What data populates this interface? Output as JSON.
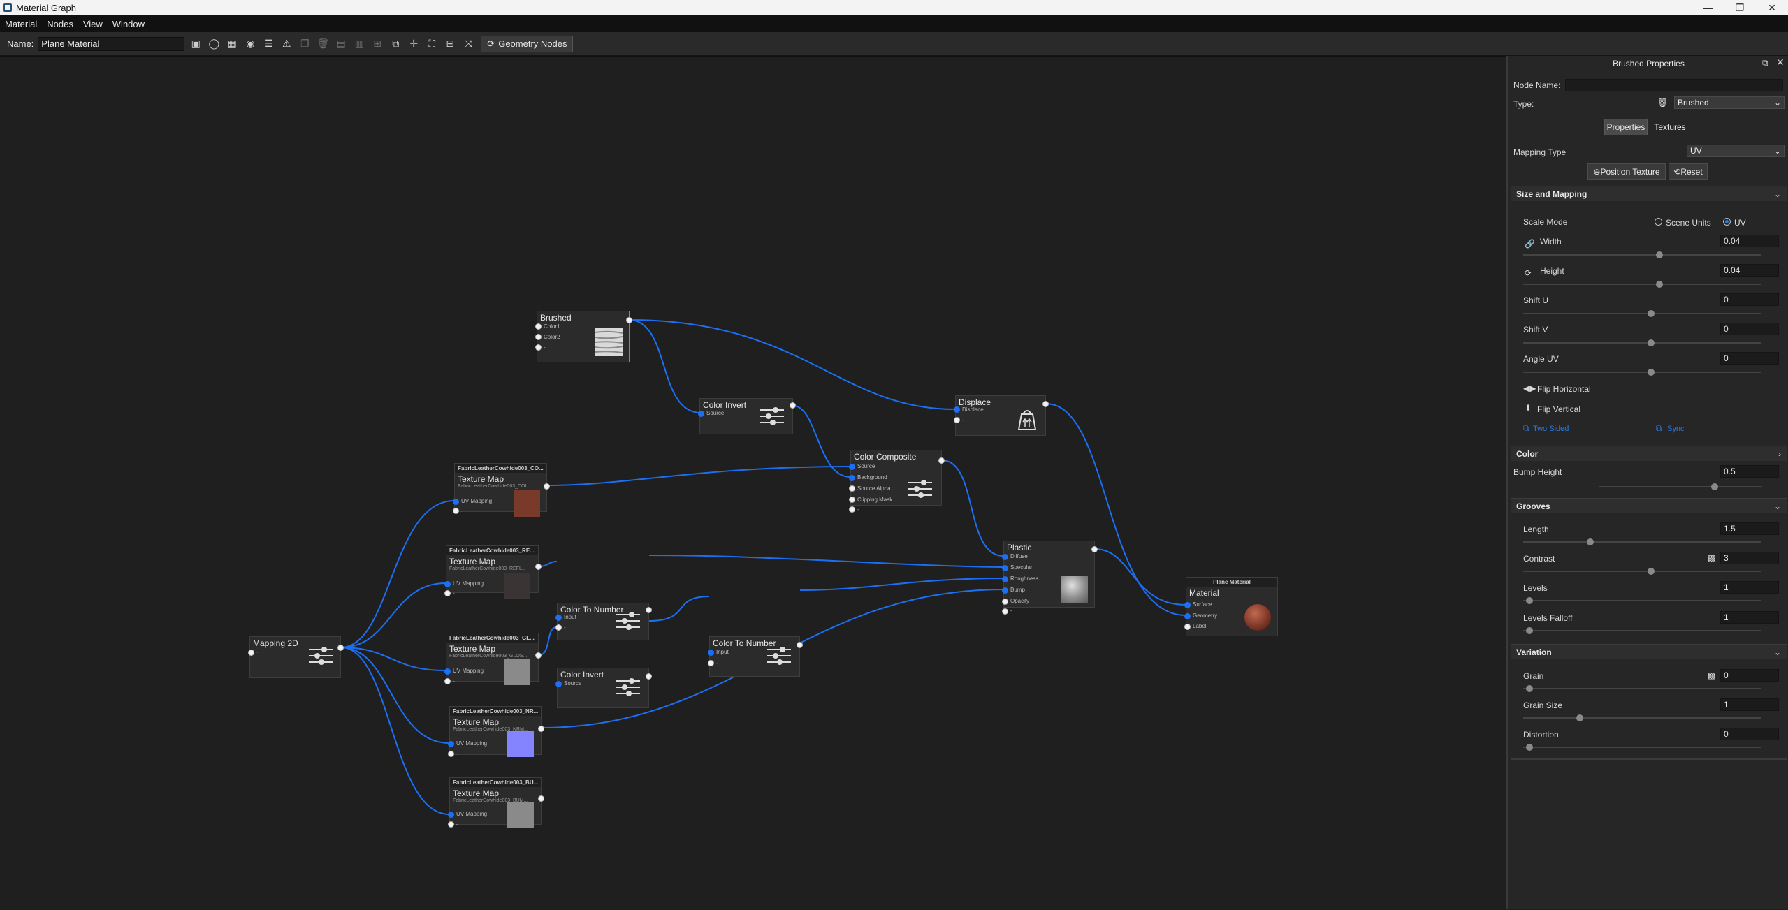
{
  "window": {
    "title": "Material Graph",
    "controls": [
      "—",
      "❐",
      "✕"
    ]
  },
  "menu": [
    "Material",
    "Nodes",
    "View",
    "Window"
  ],
  "toolbar": {
    "name_label": "Name:",
    "name_value": "Plane Material",
    "geometry_nodes_label": "Geometry Nodes"
  },
  "nodes": {
    "brushed": {
      "title": "Brushed",
      "ports": [
        "Color1",
        "Color2",
        "-"
      ]
    },
    "color_invert_top": {
      "title": "Color Invert",
      "ports": [
        "Source"
      ]
    },
    "displace": {
      "title": "Displace",
      "ports": [
        "Displace",
        "-"
      ]
    },
    "color_composite": {
      "title": "Color Composite",
      "ports": [
        "Source",
        "Background",
        "Source Alpha",
        "Clipping Mask",
        "-"
      ]
    },
    "tex_color": {
      "header": "FabricLeatherCowhide003_CO...",
      "title": "Texture Map",
      "sub": "FabricLeatherCowhide003_COL...",
      "ports": [
        "UV Mapping",
        "-"
      ]
    },
    "tex_refl": {
      "header": "FabricLeatherCowhide003_RE...",
      "title": "Texture Map",
      "sub": "FabricLeatherCowhide003_REFL...",
      "ports": [
        "UV Mapping",
        "-"
      ]
    },
    "color_to_number_1": {
      "title": "Color To Number",
      "ports": [
        "Input",
        "-"
      ]
    },
    "color_to_number_2": {
      "title": "Color To Number",
      "ports": [
        "Input",
        "-"
      ]
    },
    "color_invert_mid": {
      "title": "Color Invert",
      "ports": [
        "Source"
      ]
    },
    "tex_gloss": {
      "header": "FabricLeatherCowhide003_GL...",
      "title": "Texture Map",
      "sub": "FabricLeatherCowhide003_GLOS...",
      "ports": [
        "UV Mapping",
        "-"
      ]
    },
    "tex_nrm": {
      "header": "FabricLeatherCowhide003_NR...",
      "title": "Texture Map",
      "sub": "FabricLeatherCowhide003_NRM...",
      "ports": [
        "UV Mapping",
        "-"
      ]
    },
    "tex_bump": {
      "header": "FabricLeatherCowhide003_BU...",
      "title": "Texture Map",
      "sub": "FabricLeatherCowhide003_BUM...",
      "ports": [
        "UV Mapping",
        "-"
      ]
    },
    "mapping2d": {
      "title": "Mapping 2D",
      "ports": [
        "-"
      ]
    },
    "plastic": {
      "title": "Plastic",
      "ports": [
        "Diffuse",
        "Specular",
        "Roughness",
        "Bump",
        "Opacity",
        "-"
      ]
    },
    "material": {
      "header": "Plane Material",
      "title": "Material",
      "ports": [
        "Surface",
        "Geometry",
        "Label"
      ]
    }
  },
  "panel": {
    "title": "Brushed Properties",
    "node_name_label": "Node Name:",
    "node_name_value": "",
    "type_label": "Type:",
    "type_value": "Brushed",
    "tab_properties": "Properties",
    "tab_textures": "Textures",
    "mapping_type_label": "Mapping Type",
    "mapping_type_value": "UV",
    "position_texture_label": "Position Texture",
    "reset_label": "Reset",
    "size_mapping": {
      "title": "Size and Mapping",
      "scale_mode_label": "Scale Mode",
      "scene_units_label": "Scene Units",
      "uv_label": "UV",
      "width_label": "Width",
      "width_value": "0.04",
      "height_label": "Height",
      "height_value": "0.04",
      "shift_u_label": "Shift U",
      "shift_u_value": "0",
      "shift_v_label": "Shift V",
      "shift_v_value": "0",
      "angle_uv_label": "Angle UV",
      "angle_uv_value": "0",
      "flip_h_label": "Flip Horizontal",
      "flip_v_label": "Flip Vertical",
      "two_sided_label": "Two Sided",
      "sync_label": "Sync"
    },
    "color": {
      "title": "Color",
      "bump_height_label": "Bump Height",
      "bump_height_value": "0.5"
    },
    "grooves": {
      "title": "Grooves",
      "length_label": "Length",
      "length_value": "1.5",
      "contrast_label": "Contrast",
      "contrast_value": "3",
      "levels_label": "Levels",
      "levels_value": "1",
      "levels_falloff_label": "Levels Falloff",
      "levels_falloff_value": "1"
    },
    "variation": {
      "title": "Variation",
      "grain_label": "Grain",
      "grain_value": "0",
      "grain_size_label": "Grain Size",
      "grain_size_value": "1",
      "distortion_label": "Distortion",
      "distortion_value": "0"
    }
  },
  "colors": {
    "wire": "#1d6ff2",
    "accent": "#2b7be4",
    "selection": "#c27a3b"
  }
}
